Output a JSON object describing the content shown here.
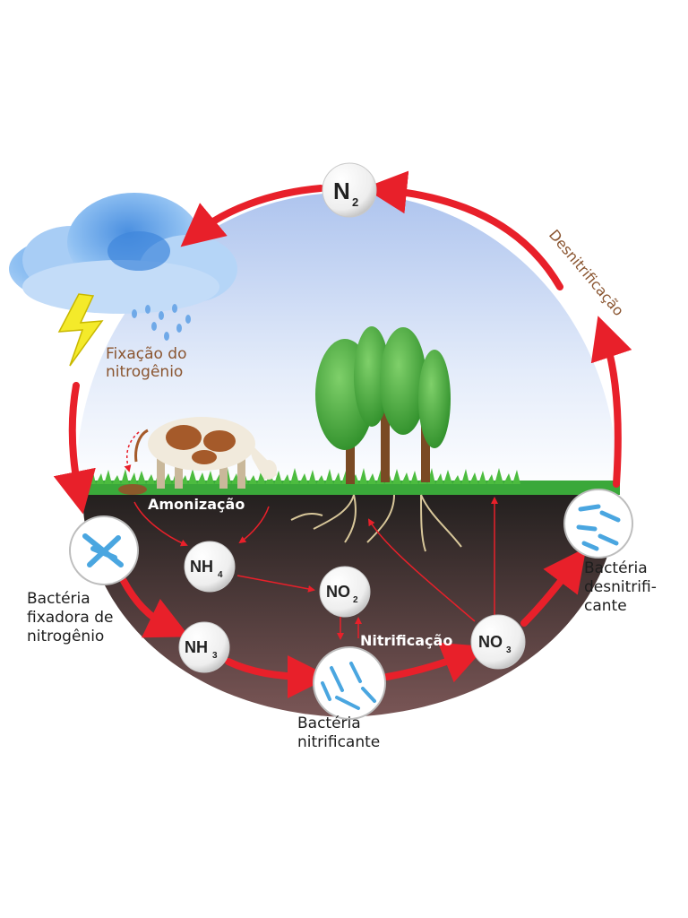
{
  "nodes": {
    "n2": {
      "main": "N",
      "sub": "2"
    },
    "nh4": {
      "main": "NH",
      "sub": "4"
    },
    "no2": {
      "main": "NO",
      "sub": "2"
    },
    "nh3": {
      "main": "NH",
      "sub": "3"
    },
    "no3": {
      "main": "NO",
      "sub": "3"
    }
  },
  "labels": {
    "fixation_line1": "Fixação do",
    "fixation_line2": "nitrogênio",
    "denitrification": "Desnitrificação",
    "ammonization": "Amonização",
    "nitrification": "Nitrificação",
    "fixing_bacteria_line1": "Bactéria",
    "fixing_bacteria_line2": "fixadora de",
    "fixing_bacteria_line3": "nitrogênio",
    "nitrifying_bacteria_line1": "Bactéria",
    "nitrifying_bacteria_line2": "nitrificante",
    "denitrifying_bacteria_line1": "Bactéria",
    "denitrifying_bacteria_line2": "desnitrifi-",
    "denitrifying_bacteria_line3": "cante"
  },
  "colors": {
    "cycle_arrow": "#e8202a",
    "soil_top": "#2a2624",
    "soil_bottom": "#6b4a4a",
    "sky_top": "#b9cdf0",
    "grass": "#3aa83a",
    "bacteria": "#4aa6e0",
    "label_brown": "#8a5530"
  }
}
